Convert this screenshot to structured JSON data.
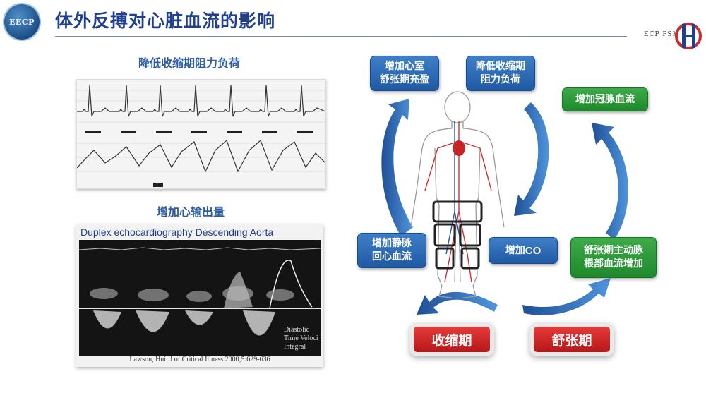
{
  "header": {
    "logo_text": "EECP",
    "title": "体外反搏对心脏血流的影响",
    "brand_text": "ECP PSK"
  },
  "left": {
    "ecg_label": "降低收缩期阻力负荷",
    "echo_label": "增加心输出量",
    "echo_title": "Duplex echocardiography  Descending Aorta",
    "echo_annotation": [
      "Diastolic",
      "Time Veloci",
      "Integral"
    ],
    "echo_reference": "Lawson, Hui: J of Critical Illness 2000;5:629-636"
  },
  "diagram": {
    "boxes": {
      "increase_ventricle": "增加心室\n舒张期充盈",
      "reduce_afterload": "降低收缩期\n阻力负荷",
      "increase_coronary": "增加冠脉血流",
      "increase_venous": "增加静脉\n回心血流",
      "increase_co_prefix": "增加",
      "increase_co_suffix": "CO",
      "increase_aortic": "舒张期主动脉\n根部血流增加"
    },
    "phases": {
      "systole": "收缩期",
      "diastole": "舒张期"
    }
  },
  "colors": {
    "title": "#1f3f8f",
    "box_blue": "#2b6cb8",
    "box_green": "#2a9a3a",
    "phase_red": "#d32222",
    "arrow_blue": "#2f6fc0"
  }
}
